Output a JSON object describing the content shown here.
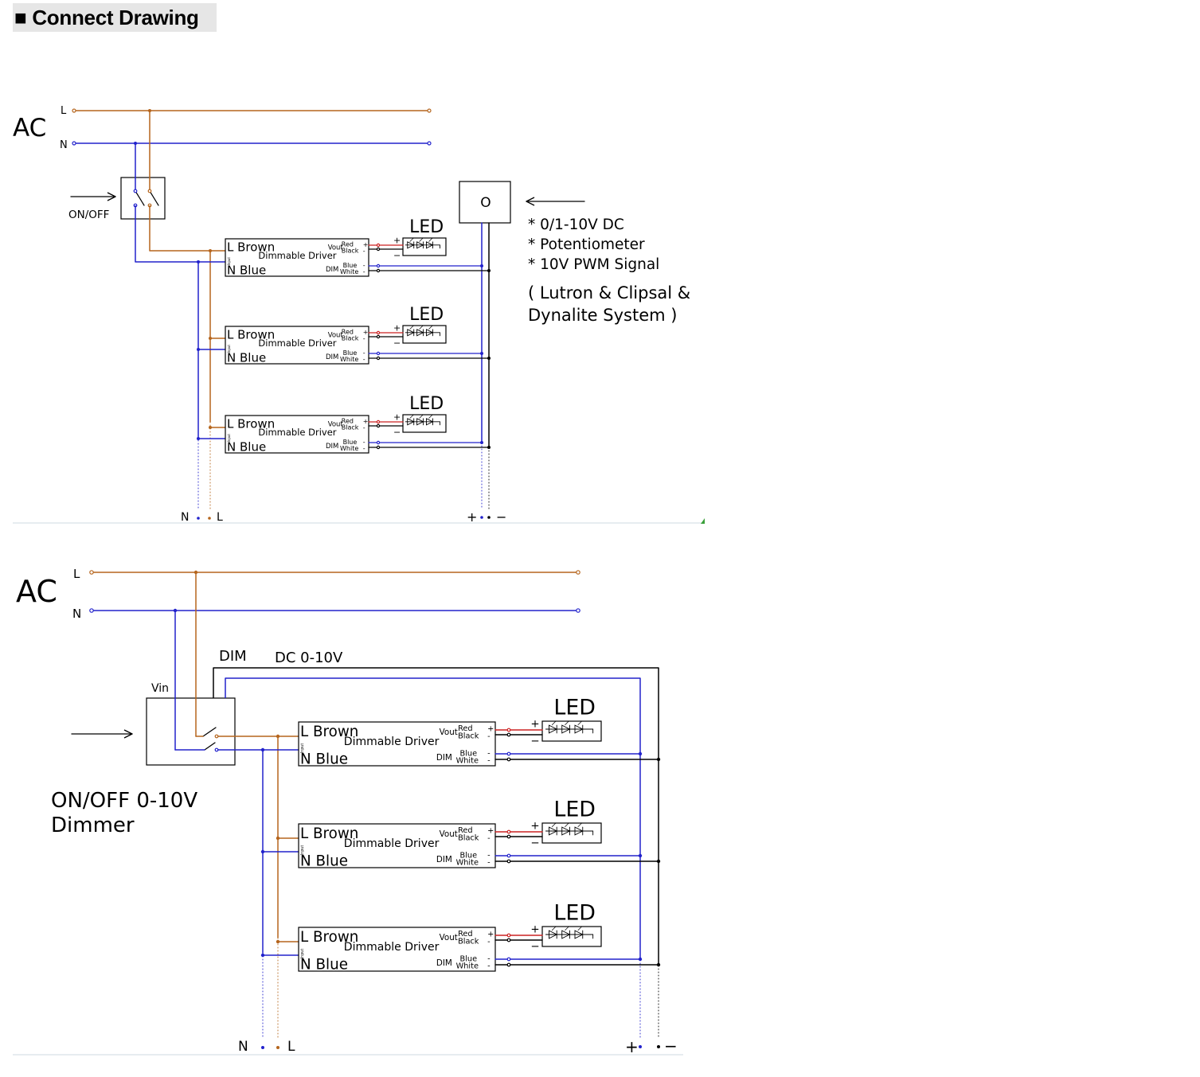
{
  "header": {
    "title": "■ Connect Drawing"
  },
  "diagram1": {
    "ac": "AC",
    "l": "L",
    "n": "N",
    "switch_label": "ON/OFF",
    "led": "LED",
    "notes": [
      "* 0/1-10V DC",
      "* Potentiometer",
      "* 10V PWM Signal"
    ],
    "system": [
      "( Lutron &  Clipsal &",
      "Dynalite  System )"
    ],
    "dimmer_symbol": "O",
    "bottom": {
      "n": "N",
      "l": "L",
      "plus": "+",
      "minus": "−"
    }
  },
  "diagram2": {
    "ac": "AC",
    "l": "L",
    "n": "N",
    "dim": "DIM",
    "dc": "DC 0-10V",
    "vin": "Vin",
    "dimmer_label": [
      "ON/OFF 0-10V",
      "Dimmer"
    ],
    "led": "LED",
    "bottom": {
      "n": "N",
      "l": "L",
      "plus": "+",
      "minus": "−"
    }
  },
  "driver": {
    "l": "L Brown",
    "n": "N Blue",
    "name": "Dimmable Driver",
    "vout": "Vout",
    "dim": "DIM",
    "input": "Input",
    "red": "Red",
    "black": "Black",
    "blue": "Blue",
    "white": "White",
    "plus": "+",
    "minus": "-"
  },
  "led_module": {
    "plus": "+",
    "minus": "−"
  },
  "colors": {
    "brown": "#b5651d",
    "blue": "#2222cc",
    "red": "#cc2222",
    "black": "#000000"
  }
}
